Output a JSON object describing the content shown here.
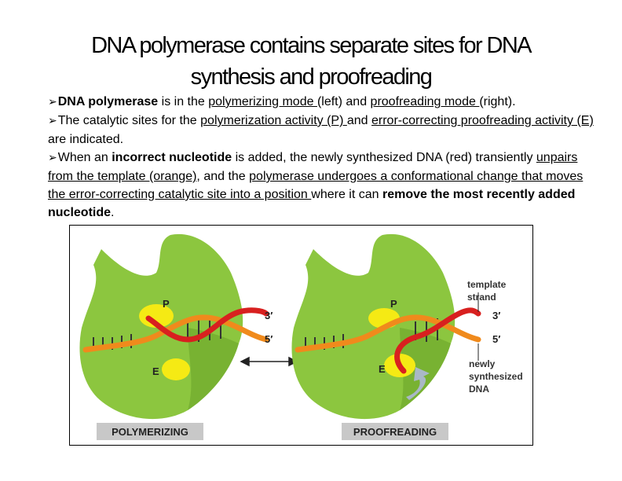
{
  "title": {
    "line1": "DNA polymerase contains separate sites for DNA",
    "line2": "synthesis and proofreading"
  },
  "bullets": [
    {
      "parts": [
        {
          "text": "DNA polymerase",
          "bold": true
        },
        {
          "text": " is in the "
        },
        {
          "text": "polymerizing mode ",
          "underline": true
        },
        {
          "text": "(left) and "
        },
        {
          "text": "proofreading mode ",
          "underline": true
        },
        {
          "text": "(right)."
        }
      ]
    },
    {
      "parts": [
        {
          "text": "The catalytic sites for the "
        },
        {
          "text": "polymerization activity (P) ",
          "underline": true
        },
        {
          "text": "and "
        },
        {
          "text": "error-correcting proofreading activity (E) ",
          "underline": true
        },
        {
          "text": "are indicated."
        }
      ]
    },
    {
      "parts": [
        {
          "text": "When an "
        },
        {
          "text": "incorrect nucleotide",
          "bold": true
        },
        {
          "text": " is added, the newly synthesized DNA (red) transiently "
        },
        {
          "text": "unpairs from the template (orange)",
          "underline": true
        },
        {
          "text": ", and the "
        },
        {
          "text": "polymerase undergoes a conformational change that moves the error-correcting catalytic site into a position ",
          "underline": true
        },
        {
          "text": "where it can "
        },
        {
          "text": "remove the most recently added nucleotide",
          "bold": true
        },
        {
          "text": "."
        }
      ]
    }
  ],
  "figure": {
    "left": {
      "site_p": "P",
      "site_e": "E",
      "end_3": "3′",
      "end_5": "5′",
      "mode_label": "POLYMERIZING"
    },
    "right": {
      "site_p": "P",
      "site_e": "E",
      "end_3": "3′",
      "end_5": "5′",
      "template_label_1": "template",
      "template_label_2": "strand",
      "new_label_1": "newly",
      "new_label_2": "synthesized",
      "new_label_3": "DNA",
      "mode_label": "PROOFREADING"
    },
    "colors": {
      "protein": "#8cc63f",
      "protein_dark": "#6aa52a",
      "site": "#f5ea14",
      "template_strand": "#f08a1c",
      "new_strand": "#d8201f",
      "label_bar": "#c8c8c8"
    }
  }
}
